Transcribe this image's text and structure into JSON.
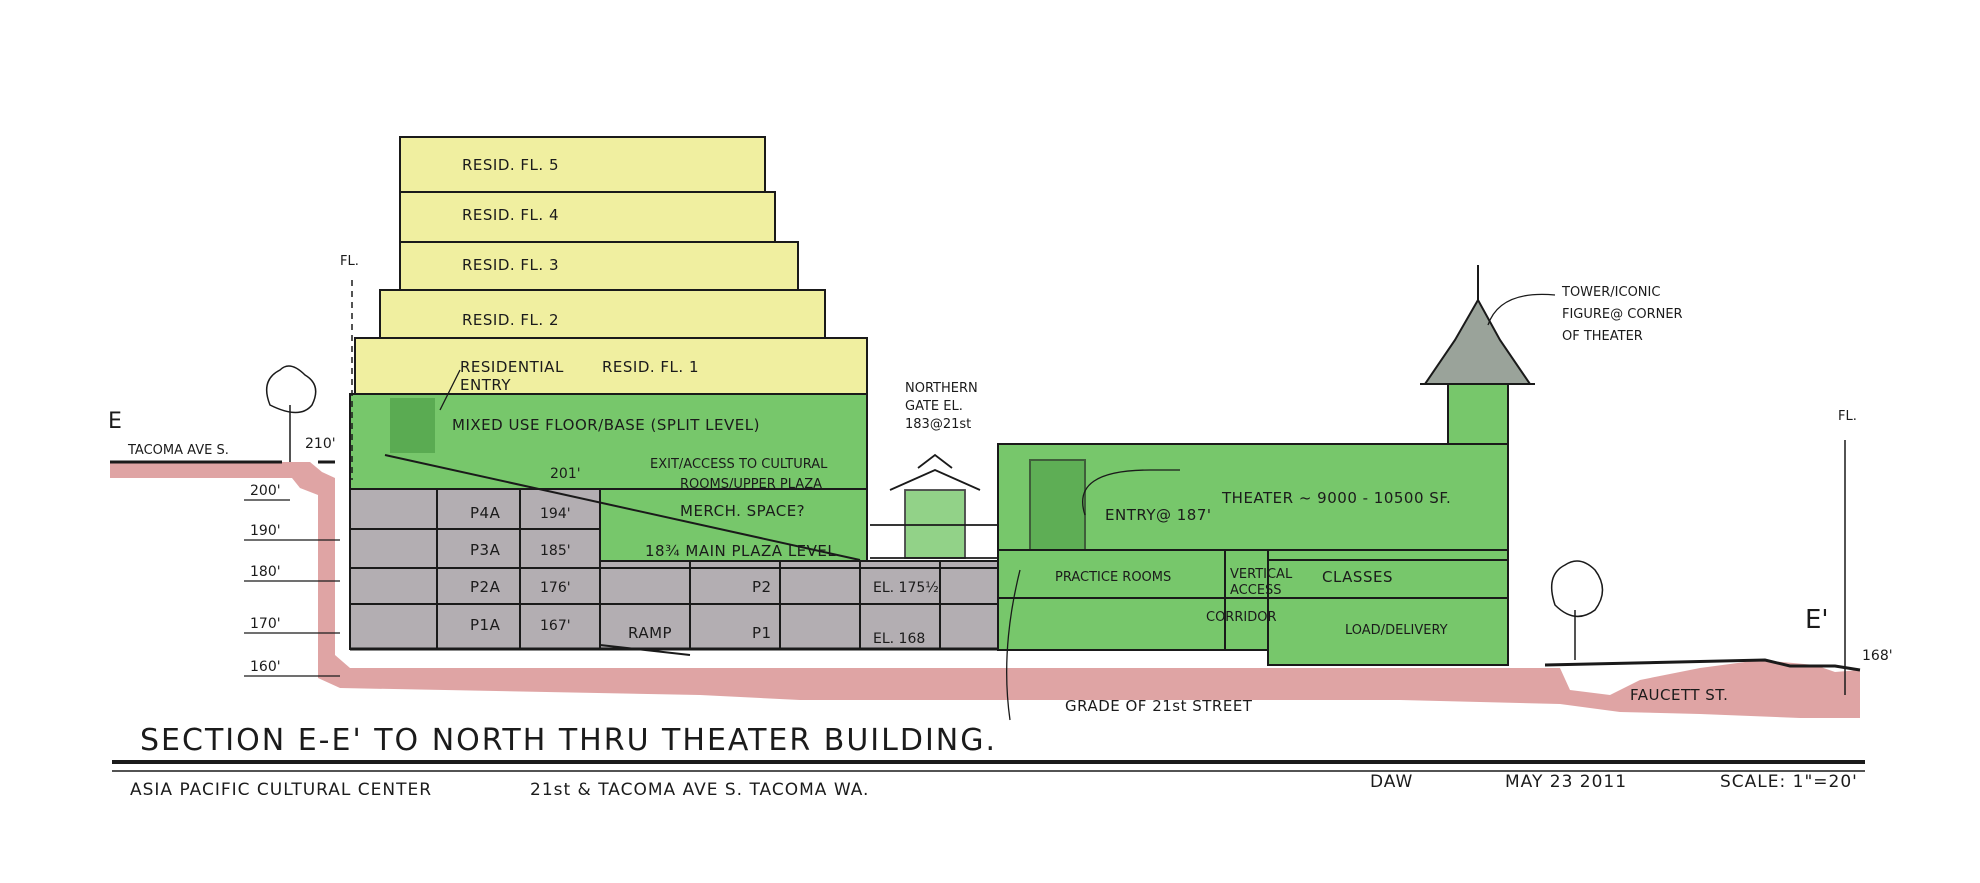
{
  "colors": {
    "residential": "#f0efa0",
    "green": "#77c76b",
    "parking": "#b3aeb2",
    "ground": "#dc9a9a",
    "ink": "#1a1a1a"
  },
  "floors": {
    "resid_5": "RESID. FL. 5",
    "resid_4": "RESID. FL. 4",
    "resid_3": "RESID. FL. 3",
    "resid_2": "RESID. FL. 2",
    "resid_1": "RESID. FL. 1",
    "residential_entry_1": "RESIDENTIAL",
    "residential_entry_2": "ENTRY",
    "mixed_use": "MIXED USE FLOOR/BASE (SPLIT LEVEL)"
  },
  "parking": {
    "p4a": "P4A",
    "p3a": "P3A",
    "p2a": "P2A",
    "p1a": "P1A",
    "el_194": "194'",
    "el_185": "185'",
    "el_176": "176'",
    "el_167": "167'",
    "p2": "P2",
    "p1": "P1",
    "ramp": "RAMP",
    "el_175": "EL. 175½",
    "el_168": "EL. 168"
  },
  "labels": {
    "el_201": "201'",
    "exit_1": "EXIT/ACCESS TO CULTURAL",
    "exit_2": "ROOMS/UPPER PLAZA",
    "merch": "MERCH. SPACE?",
    "main_plaza": "18¾ MAIN PLAZA LEVEL",
    "northern_gate_1": "NORTHERN",
    "northern_gate_2": "GATE EL.",
    "northern_gate_3": "183@21st",
    "entry_187": "ENTRY@ 187'",
    "theater": "THEATER ~ 9000 - 10500 SF.",
    "tower_1": "TOWER/ICONIC",
    "tower_2": "FIGURE@ CORNER",
    "tower_3": "OF THEATER",
    "practice_rooms": "PRACTICE ROOMS",
    "vertical_access_1": "VERTICAL",
    "vertical_access_2": "ACCESS",
    "corridor": "CORRIDOR",
    "classes": "CLASSES",
    "load_delivery": "LOAD/DELIVERY",
    "grade_21st": "GRADE OF 21st STREET",
    "faucett": "FAUCETT ST.",
    "tacoma_ave": "TACOMA AVE S.",
    "el_210": "210'",
    "el_168r": "168'",
    "fl": "FL."
  },
  "elevation_marks": [
    "200'",
    "190'",
    "180'",
    "170'",
    "160'"
  ],
  "section_marks": {
    "left": "E",
    "right": "E'"
  },
  "title": "SECTION E-E' TO NORTH THRU THEATER BUILDING.",
  "footer": {
    "project": "ASIA PACIFIC CULTURAL CENTER",
    "address": "21st & TACOMA AVE S. TACOMA WA.",
    "initials": "DAW",
    "date": "MAY 23 2011",
    "scale": "SCALE: 1\"=20'"
  }
}
